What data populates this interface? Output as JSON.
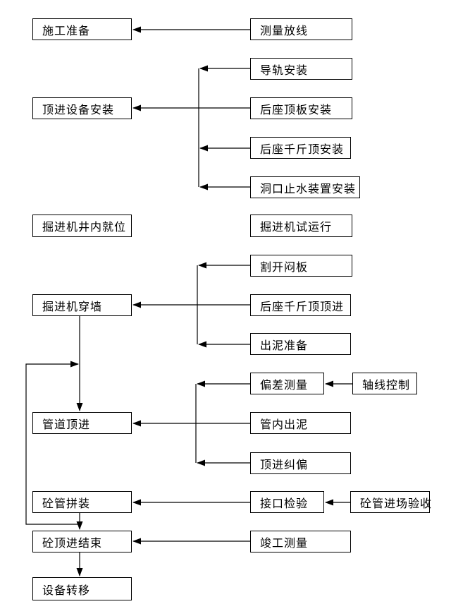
{
  "diagram": {
    "type": "flowchart",
    "language": "zh-CN",
    "background_color": "#ffffff",
    "line_color": "#000000",
    "text_color": "#000000"
  },
  "nodes": [
    {
      "id": "construction-prep",
      "label": "施工准备"
    },
    {
      "id": "survey-setting-out",
      "label": "测量放线"
    },
    {
      "id": "guide-rail-install",
      "label": "导轨安装"
    },
    {
      "id": "jacking-equipment-install",
      "label": "顶进设备安装"
    },
    {
      "id": "back-seat-top-plate",
      "label": "后座顶板安装"
    },
    {
      "id": "back-seat-jack-install",
      "label": "后座千斤顶安装"
    },
    {
      "id": "portal-water-stop",
      "label": "洞口止水装置安装"
    },
    {
      "id": "tbm-in-shaft",
      "label": "掘进机井内就位"
    },
    {
      "id": "tbm-test-run",
      "label": "掘进机试运行"
    },
    {
      "id": "cut-blind-plate",
      "label": "割开闷板"
    },
    {
      "id": "tbm-wall-breakthrough",
      "label": "掘进机穿墙"
    },
    {
      "id": "back-seat-jack-jacking",
      "label": "后座千斤顶顶进"
    },
    {
      "id": "mud-discharge-prep",
      "label": "出泥准备"
    },
    {
      "id": "deviation-survey",
      "label": "偏差测量"
    },
    {
      "id": "axis-control",
      "label": "轴线控制"
    },
    {
      "id": "pipe-jacking",
      "label": "管道顶进"
    },
    {
      "id": "in-pipe-mud-removal",
      "label": "管内出泥"
    },
    {
      "id": "jacking-correction",
      "label": "顶进纠偏"
    },
    {
      "id": "concrete-pipe-assembly",
      "label": "砼管拼装"
    },
    {
      "id": "joint-inspection",
      "label": "接口检验"
    },
    {
      "id": "pipe-delivery-acceptance",
      "label": "砼管进场验收"
    },
    {
      "id": "jacking-finished",
      "label": "砼顶进结束"
    },
    {
      "id": "completion-survey",
      "label": "竣工测量"
    },
    {
      "id": "equipment-transfer",
      "label": "设备转移"
    }
  ],
  "edges": [
    {
      "from": "测量放线",
      "to": "施工准备"
    },
    {
      "from": "导轨安装",
      "to": "顶进设备安装"
    },
    {
      "from": "后座顶板安装",
      "to": "顶进设备安装"
    },
    {
      "from": "后座千斤顶安装",
      "to": "顶进设备安装"
    },
    {
      "from": "洞口止水装置安装",
      "to": "顶进设备安装"
    },
    {
      "from": "割开闷板",
      "to": "掘进机穿墙"
    },
    {
      "from": "后座千斤顶顶进",
      "to": "掘进机穿墙"
    },
    {
      "from": "出泥准备",
      "to": "掘进机穿墙"
    },
    {
      "from": "掘进机穿墙",
      "to": "管道顶进"
    },
    {
      "from": "轴线控制",
      "to": "偏差测量"
    },
    {
      "from": "偏差测量",
      "to": "管道顶进"
    },
    {
      "from": "管内出泥",
      "to": "管道顶进"
    },
    {
      "from": "顶进纠偏",
      "to": "管道顶进"
    },
    {
      "from": "砼管进场验收",
      "to": "接口检验"
    },
    {
      "from": "接口检验",
      "to": "砼管拼装"
    },
    {
      "from": "砼管拼装",
      "to": "管道顶进",
      "note": "feedback-loop"
    },
    {
      "from": "砼管拼装",
      "to": "砼顶进结束"
    },
    {
      "from": "竣工测量",
      "to": "砼顶进结束"
    },
    {
      "from": "砼顶进结束",
      "to": "设备转移"
    }
  ]
}
